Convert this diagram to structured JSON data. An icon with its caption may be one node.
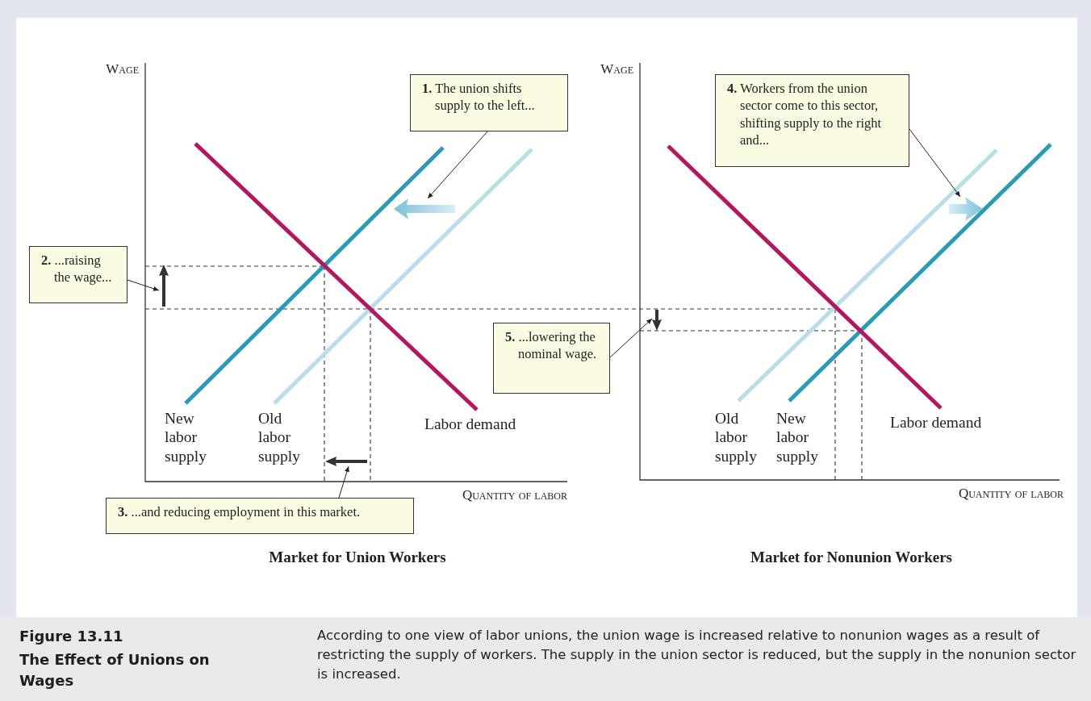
{
  "diagram": {
    "title": "The Effect of Unions on Wages",
    "caption": "According to one view of labor unions, the union wage is increased relative to nonunion wages as a result of restricting the supply of workers. The supply in the union sector is reduced, but the supply in the nonunion sector is increased.",
    "nodes": [
      {
        "text": [
          "**1.** The union shifts supply to the left..."
        ]
      },
      {
        "text": [
          "**2.** ...raising the wage..."
        ]
      },
      {
        "text": [
          "**3.** ...and reducing employment in this market."
        ]
      },
      {
        "text": [
          "**4.** Workers from the union sector come to this sector, shifting supply to the right and..."
        ]
      },
      {
        "text": [
          "**5.** ...lowering the nominal wage."
        ]
      },
      {
        "text": [],
        "shape": "arrow"
      },
      {
        "text": [],
        "shape": "arrow"
      },
      {
        "text": [],
        "shape": "arrow"
      },
      {
        "text": [],
        "shape": "arrow"
      },
      {
        "text": [],
        "shape": "arrow"
      }
    ],
    "edges": [
      {
        "from": 0,
        "to": 5,
        "arrow": "to"
      },
      {
        "from": 1,
        "to": 6,
        "arrow": "to"
      },
      {
        "from": 2,
        "to": 7,
        "arrow": "to"
      },
      {
        "from": 3,
        "to": 8,
        "arrow": "to"
      },
      {
        "from": 4,
        "to": 9,
        "arrow": "to"
      }
    ],
    "labels": [
      "Wage",
      "Quantity of labor",
      "New labor supply",
      "Old labor supply",
      "Labor demand",
      "Market for Union Workers",
      "Wage",
      "Quantity of labor",
      "Old labor supply",
      "New labor supply",
      "Labor demand",
      "Market for Nonunion Workers",
      "Figure 13.11"
    ]
  }
}
